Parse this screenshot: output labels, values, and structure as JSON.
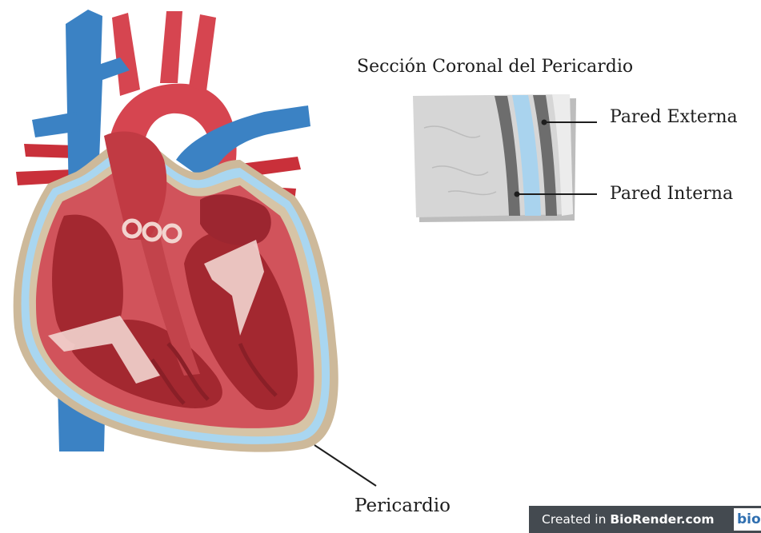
{
  "labels": {
    "section_title": "Sección Coronal del Pericardio",
    "outer_wall": "Pared Externa",
    "inner_wall": "Pared Interna",
    "pericardium": "Pericardio"
  },
  "badge": {
    "prefix": "Created in ",
    "brand": "BioRender.com",
    "logo": "bio"
  },
  "colors": {
    "vein_blue": "#3b82c4",
    "artery_red": "#d64550",
    "myocardium": "#b8343c",
    "pericardium_blue": "#a9d6f0",
    "pericardium_tan": "#cdb99a",
    "valve_pink": "#f2d4cf",
    "tissue_gray": "#d6d6d6"
  }
}
